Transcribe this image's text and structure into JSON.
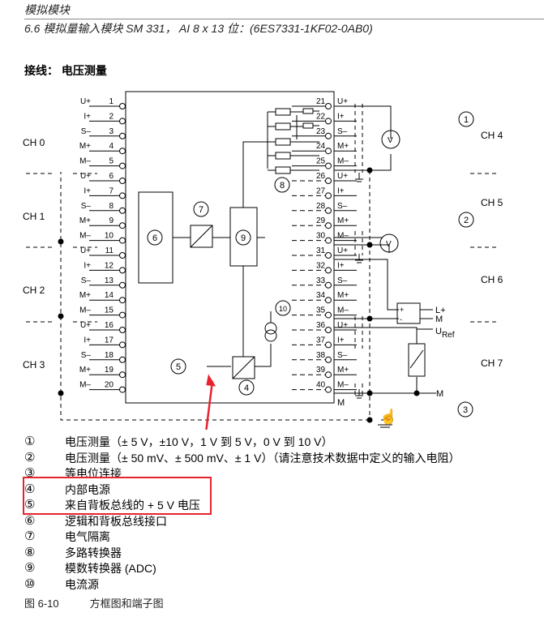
{
  "header": {
    "chapter": "模拟模块",
    "section": "6.6 模拟量输入模块 SM 331， AI 8 x 13 位：(6ES7331-1KF02-0AB0)"
  },
  "section_title": "接线： 电压测量",
  "diagram": {
    "channels_left": [
      "CH 0",
      "CH 1",
      "CH 2",
      "CH 3"
    ],
    "channels_right": [
      "CH 4",
      "CH 5",
      "CH 6",
      "CH 7"
    ],
    "pin_labels": [
      "U+",
      "I+",
      "S–",
      "M+",
      "M–"
    ],
    "left_pins": [
      "1",
      "2",
      "3",
      "4",
      "5",
      "6",
      "7",
      "8",
      "9",
      "10",
      "11",
      "12",
      "13",
      "14",
      "15",
      "16",
      "17",
      "18",
      "19",
      "20"
    ],
    "right_pins": [
      "21",
      "22",
      "23",
      "24",
      "25",
      "26",
      "27",
      "28",
      "29",
      "30",
      "31",
      "32",
      "33",
      "34",
      "35",
      "36",
      "37",
      "38",
      "39",
      "40"
    ],
    "ground_label": "M",
    "voltmeter": "V",
    "transducer": {
      "plus": "+",
      "minus": "-",
      "l_plus": "L+",
      "m": "M"
    },
    "uref": "U",
    "uref_sub": "Ref",
    "m_label": "M",
    "callouts": [
      "1",
      "2",
      "3",
      "4",
      "5",
      "6",
      "7",
      "8",
      "9",
      "10"
    ]
  },
  "legend": [
    {
      "n": "①",
      "text": "电压测量（± 5 V，±10 V，1 V 到 5 V，0 V 到 10 V）"
    },
    {
      "n": "②",
      "text": "电压测量（± 50 mV、± 500 mV、± 1 V）（请注意技术数据中定义的输入电阻）"
    },
    {
      "n": "③",
      "text": "等电位连接"
    },
    {
      "n": "④",
      "text": "内部电源"
    },
    {
      "n": "⑤",
      "text": "来自背板总线的 + 5 V 电压"
    },
    {
      "n": "⑥",
      "text": "逻辑和背板总线接口"
    },
    {
      "n": "⑦",
      "text": "电气隔离"
    },
    {
      "n": "⑧",
      "text": "多路转换器"
    },
    {
      "n": "⑨",
      "text": "模数转换器 (ADC)"
    },
    {
      "n": "⑩",
      "text": "电流源"
    }
  ],
  "caption": {
    "fig": "图 6-10",
    "text": "方框图和端子图"
  },
  "colors": {
    "highlight": "#e8232f"
  }
}
